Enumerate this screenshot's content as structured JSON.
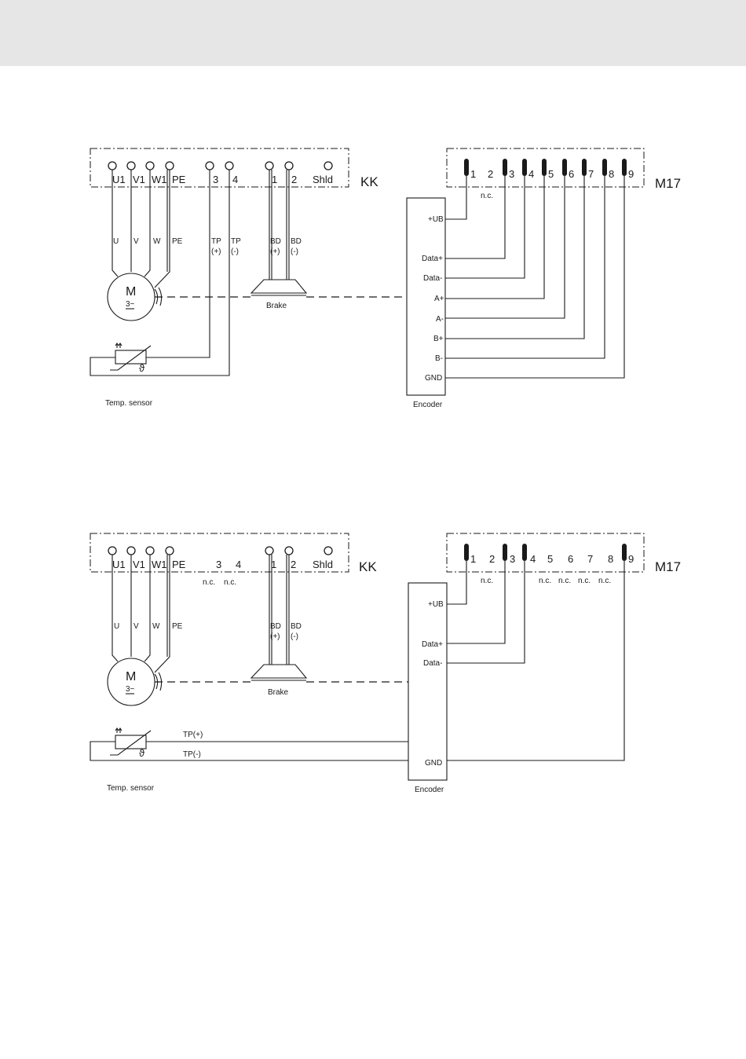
{
  "diagrams": [
    {
      "kk_label": "KK",
      "m17_label": "M17",
      "kk_terminals": [
        "U1",
        "V1",
        "W1",
        "PE",
        "3",
        "4",
        "1",
        "2",
        "Shld"
      ],
      "kk_nc": [],
      "wire_labels": {
        "u": "U",
        "v": "V",
        "w": "W",
        "pe": "PE",
        "tp_plus_1": "TP",
        "tp_plus_2": "(+)",
        "tp_minus_1": "TP",
        "tp_minus_2": "(-)",
        "bd_plus_1": "BD",
        "bd_plus_2": "(+)",
        "bd_minus_1": "BD",
        "bd_minus_2": "(-)",
        "tp_plus_line": "",
        "tp_minus_line": ""
      },
      "m17_pins": [
        "1",
        "2",
        "3",
        "4",
        "5",
        "6",
        "7",
        "8",
        "9"
      ],
      "m17_nc": [
        {
          "pin": "2",
          "text": "n.c."
        }
      ],
      "motor_label": "M",
      "motor_sub": "3~",
      "brake_label": "Brake",
      "temp_sensor_label": "Temp. sensor",
      "sensor_symbol": "ϑ",
      "encoder_label": "Encoder",
      "encoder_signals": [
        "+UB",
        "Data+",
        "Data-",
        "A+",
        "A-",
        "B+",
        "B-",
        "GND"
      ]
    },
    {
      "kk_label": "KK",
      "m17_label": "M17",
      "kk_terminals": [
        "U1",
        "V1",
        "W1",
        "PE",
        "3",
        "4",
        "1",
        "2",
        "Shld"
      ],
      "kk_nc": [
        {
          "pin": "3",
          "text": "n.c."
        },
        {
          "pin": "4",
          "text": "n.c."
        }
      ],
      "wire_labels": {
        "u": "U",
        "v": "V",
        "w": "W",
        "pe": "PE",
        "bd_plus_1": "BD",
        "bd_plus_2": "(+)",
        "bd_minus_1": "BD",
        "bd_minus_2": "(-)",
        "tp_plus_line": "TP(+)",
        "tp_minus_line": "TP(-)"
      },
      "m17_pins": [
        "1",
        "2",
        "3",
        "4",
        "5",
        "6",
        "7",
        "8",
        "9"
      ],
      "m17_nc": [
        {
          "pin": "2",
          "text": "n.c."
        },
        {
          "pin": "5",
          "text": "n.c."
        },
        {
          "pin": "6",
          "text": "n.c."
        },
        {
          "pin": "7",
          "text": "n.c."
        },
        {
          "pin": "8",
          "text": "n.c."
        }
      ],
      "motor_label": "M",
      "motor_sub": "3~",
      "brake_label": "Brake",
      "temp_sensor_label": "Temp. sensor",
      "sensor_symbol": "ϑ",
      "encoder_label": "Encoder",
      "encoder_signals": [
        "+UB",
        "Data+",
        "Data-",
        "GND"
      ]
    }
  ]
}
